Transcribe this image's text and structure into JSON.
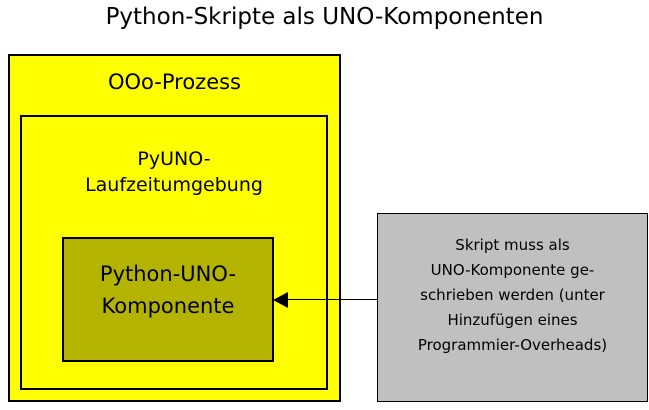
{
  "diagram": {
    "title": "Python-Skripte als UNO-Komponenten",
    "outer_process": {
      "label": "OOo-Prozess",
      "fill_color": "#ffff00",
      "border_color": "#000000"
    },
    "runtime_box": {
      "label_line1": "PyUNO-",
      "label_line2": "Laufzeitumgebung",
      "fill_color": "#ffff00",
      "border_color": "#000000"
    },
    "component_box": {
      "label_line1": "Python-UNO-",
      "label_line2": "Komponente",
      "fill_color": "#b3b300",
      "border_color": "#000000"
    },
    "note_box": {
      "line1": "Skript muss als",
      "line2": "UNO-Komponente ge-",
      "line3": "schrieben werden (unter",
      "line4": "Hinzufügen eines",
      "line5": "Programmier-Overheads)",
      "fill_color": "#c0c0c0",
      "border_color": "#000000"
    },
    "connector": {
      "name": "arrow-left",
      "color": "#000000"
    }
  }
}
